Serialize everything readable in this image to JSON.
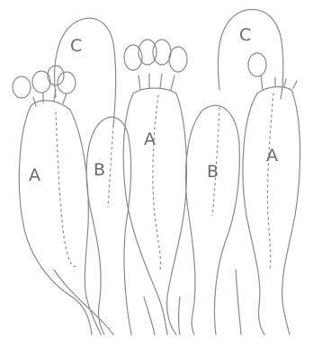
{
  "figure": {
    "labels": [
      {
        "id": "A1",
        "text": "A"
      },
      {
        "id": "A2",
        "text": "A"
      },
      {
        "id": "A3",
        "text": "A"
      },
      {
        "id": "B1",
        "text": "B"
      },
      {
        "id": "B2",
        "text": "B"
      },
      {
        "id": "C1",
        "text": "C"
      },
      {
        "id": "C2",
        "text": "C"
      }
    ],
    "colors": {
      "background": "#ffffff",
      "ink": "#8a8a8a",
      "ink_dark": "#6a6a6a"
    }
  }
}
